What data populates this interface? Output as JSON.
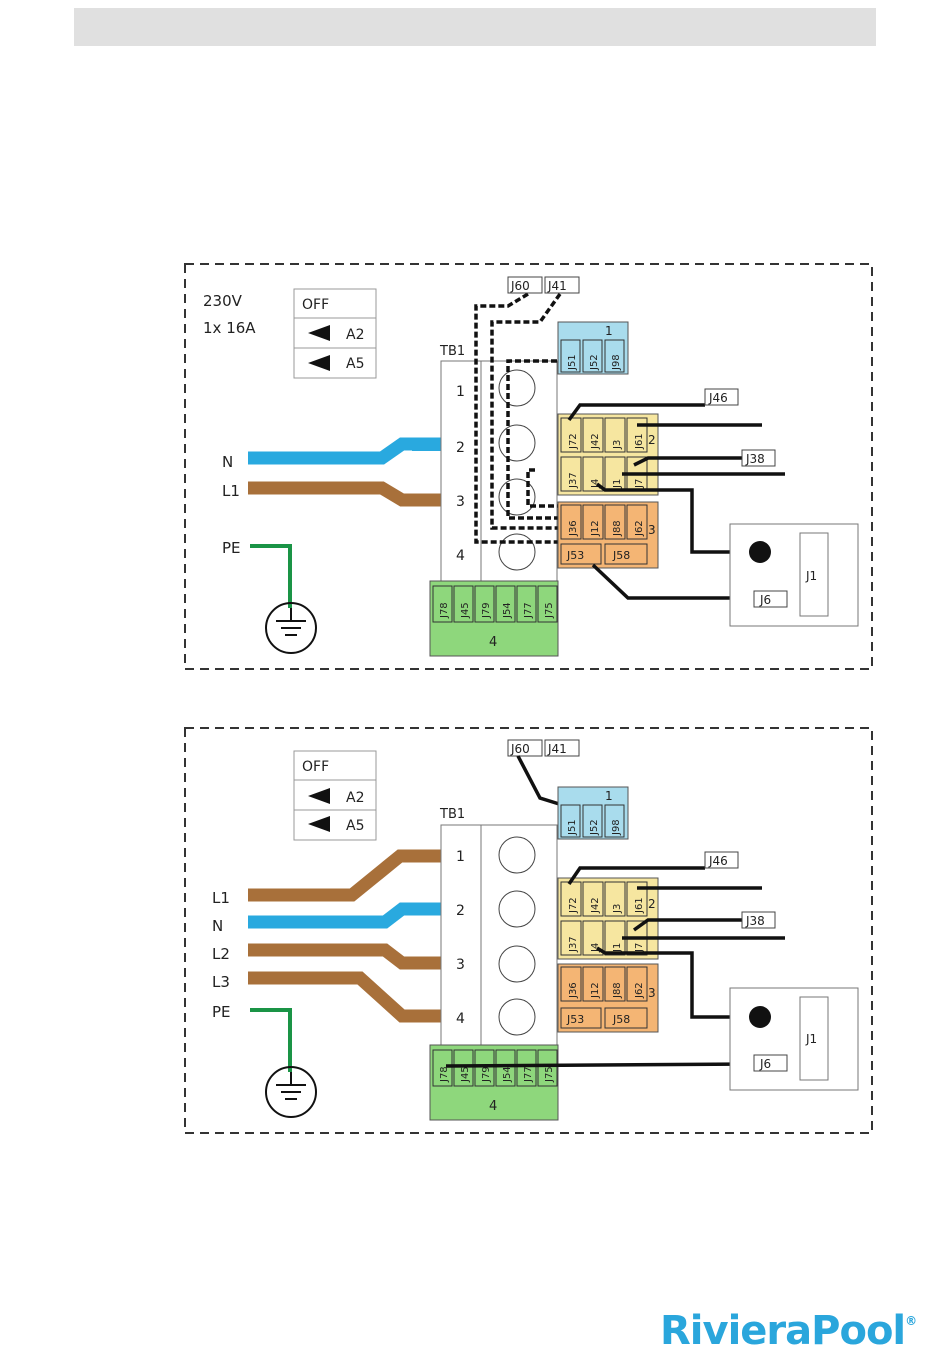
{
  "diagram1": {
    "supply_voltage": "230V",
    "supply_current": "1x 16A",
    "switch_off": "OFF",
    "switch_items": [
      "A2",
      "A5"
    ],
    "terminal_block": "TB1",
    "terminal_numbers": [
      "1",
      "2",
      "3",
      "4"
    ],
    "wires": [
      {
        "label": "N",
        "color": "#29a9df"
      },
      {
        "label": "L1",
        "color": "#a8703a"
      },
      {
        "label": "PE",
        "color": "#1a9446"
      }
    ],
    "top_connectors": [
      "J60",
      "J41"
    ],
    "block1": {
      "number": "1",
      "pins": [
        "J51",
        "J52",
        "J98"
      ],
      "color": "#a9dced"
    },
    "block2": {
      "number": "2",
      "pins": [
        "J72",
        "J42",
        "J3",
        "J61",
        "J37",
        "J4",
        "J1",
        "J7"
      ],
      "color": "#f6e6a0"
    },
    "block3": {
      "number": "3",
      "pins": [
        "J36",
        "J12",
        "J88",
        "J62",
        "J53",
        "J58"
      ],
      "color": "#f4b574"
    },
    "block4": {
      "number": "4",
      "pins": [
        "J78",
        "J45",
        "J79",
        "J54",
        "J77",
        "J75"
      ],
      "color": "#8ed77c"
    },
    "external_labels": [
      "J46",
      "J38",
      "J6"
    ],
    "device": "J1"
  },
  "diagram2": {
    "switch_off": "OFF",
    "switch_items": [
      "A2",
      "A5"
    ],
    "terminal_block": "TB1",
    "terminal_numbers": [
      "1",
      "2",
      "3",
      "4"
    ],
    "wires": [
      {
        "label": "L1",
        "color": "#a8703a"
      },
      {
        "label": "N",
        "color": "#29a9df"
      },
      {
        "label": "L2",
        "color": "#a8703a"
      },
      {
        "label": "L3",
        "color": "#a8703a"
      },
      {
        "label": "PE",
        "color": "#1a9446"
      }
    ],
    "top_connectors": [
      "J60",
      "J41"
    ],
    "block1": {
      "number": "1",
      "pins": [
        "J51",
        "J52",
        "J98"
      ]
    },
    "block2": {
      "number": "2",
      "pins": [
        "J72",
        "J42",
        "J3",
        "J61",
        "J37",
        "J4",
        "J1",
        "J7"
      ]
    },
    "block3": {
      "number": "3",
      "pins": [
        "J36",
        "J12",
        "J88",
        "J62",
        "J53",
        "J58"
      ]
    },
    "block4": {
      "number": "4",
      "pins": [
        "J78",
        "J45",
        "J79",
        "J54",
        "J77",
        "J75"
      ]
    },
    "external_labels": [
      "J46",
      "J38",
      "J6"
    ],
    "device": "J1"
  },
  "logo": {
    "text": "RivieraPool",
    "mark": "®"
  }
}
